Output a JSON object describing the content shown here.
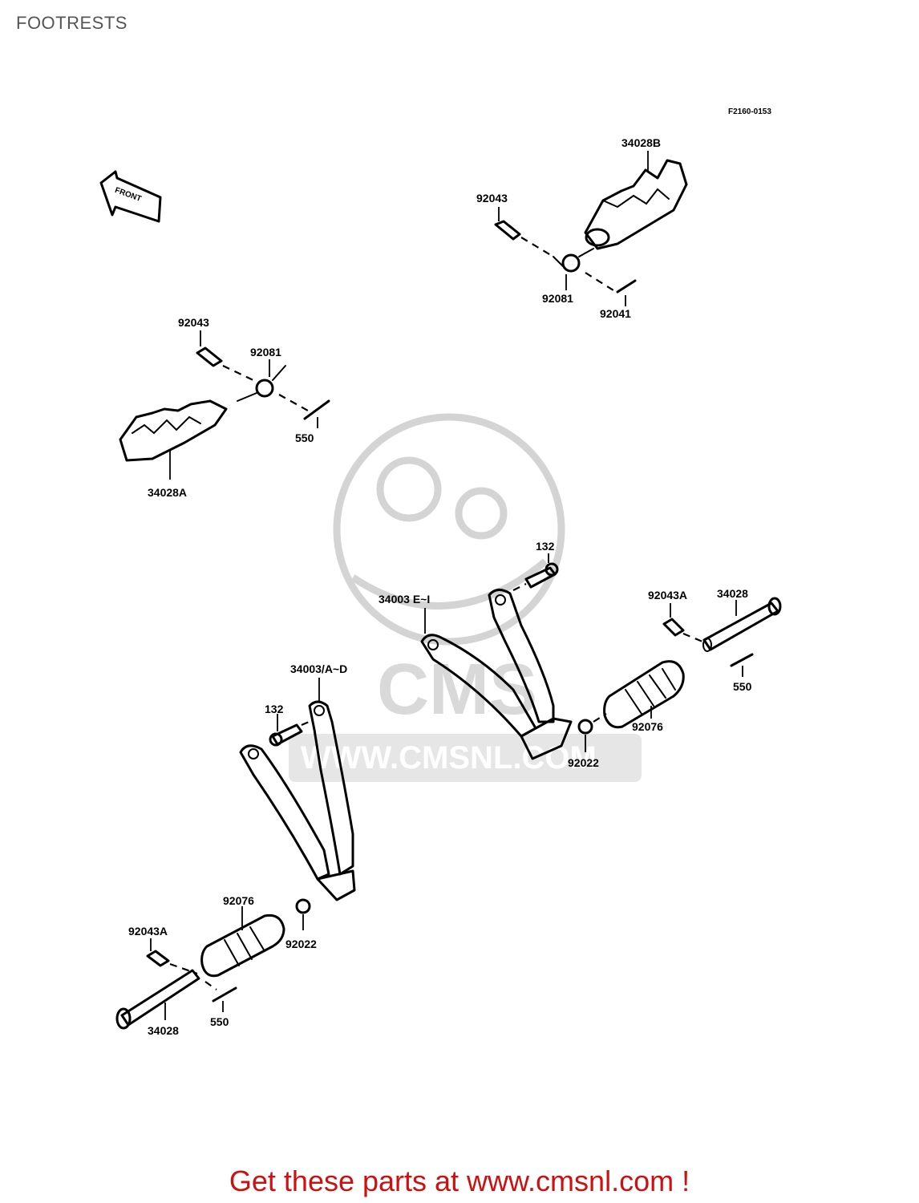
{
  "title": "FOOTRESTS",
  "diagram_code": "F2160-0153",
  "front_arrow": "FRONT",
  "watermark": "WWW.CMSNL.COM",
  "watermark_logo": "CMS",
  "labels": {
    "upper_right_peg": "34028B",
    "upper_right_pin": "92043",
    "upper_right_spring": "92081",
    "upper_right_clip": "92041",
    "left_pin": "92043",
    "left_spring": "92081",
    "left_clip": "550",
    "left_peg": "34028A",
    "right_bolt": "132",
    "right_bracket": "34003 E~I",
    "right_pin_a": "92043A",
    "right_shaft": "34028",
    "right_clip": "550",
    "right_rubber": "92076",
    "right_washer": "92022",
    "left_bracket": "34003/A~D",
    "left_bolt": "132",
    "left_rubber": "92076",
    "left_washer": "92022",
    "left_pin_a": "92043A",
    "left_shaft": "34028"
  },
  "promo_text": "Get these parts at www.cmsnl.com !",
  "colors": {
    "promo": "#cc1111",
    "title": "#555555",
    "watermark": "#d4d4d4"
  }
}
